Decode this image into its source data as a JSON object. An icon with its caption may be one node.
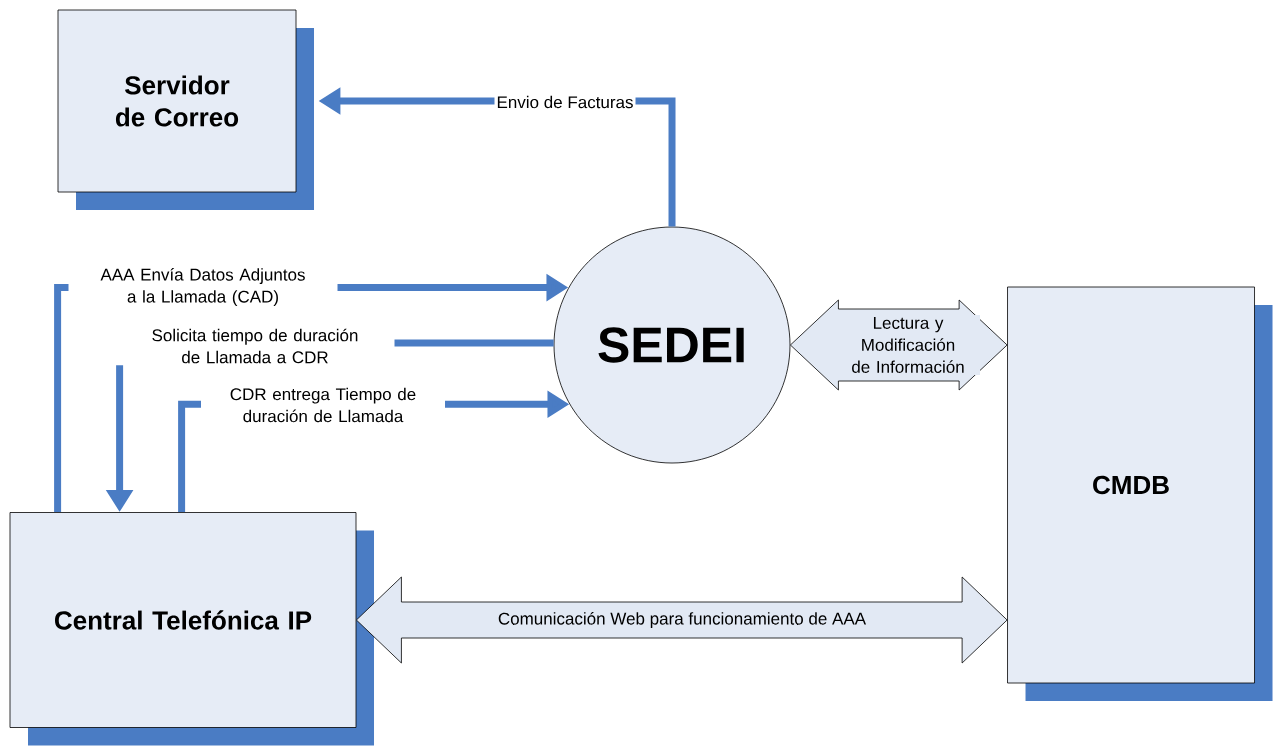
{
  "diagram": {
    "nodes": [
      {
        "text": [
          "Servidor de Correo"
        ]
      },
      {
        "text": [
          "SEDEI"
        ]
      },
      {
        "text": [
          "CMDB"
        ]
      },
      {
        "text": [
          "Central Telefónica IP"
        ]
      }
    ],
    "edges": [
      {
        "from": 1,
        "to": 0,
        "arrow": "to",
        "label": "Envio de Facturas"
      },
      {
        "from": 3,
        "to": 1,
        "arrow": "to",
        "label": "AAA Envía Datos Adjuntos a la Llamada (CAD)"
      },
      {
        "from": 1,
        "to": 3,
        "arrow": "to",
        "label": "Solicita tiempo de duración de Llamada a CDR"
      },
      {
        "from": 3,
        "to": 1,
        "arrow": "to",
        "label": "CDR entrega Tiempo de duración de Llamada"
      },
      {
        "from": 1,
        "to": 2,
        "arrow": "both",
        "label": "Lectura y Modificación de Información"
      },
      {
        "from": 3,
        "to": 2,
        "arrow": "both",
        "label": "Comunicación Web para funcionamiento de AAA"
      }
    ]
  }
}
